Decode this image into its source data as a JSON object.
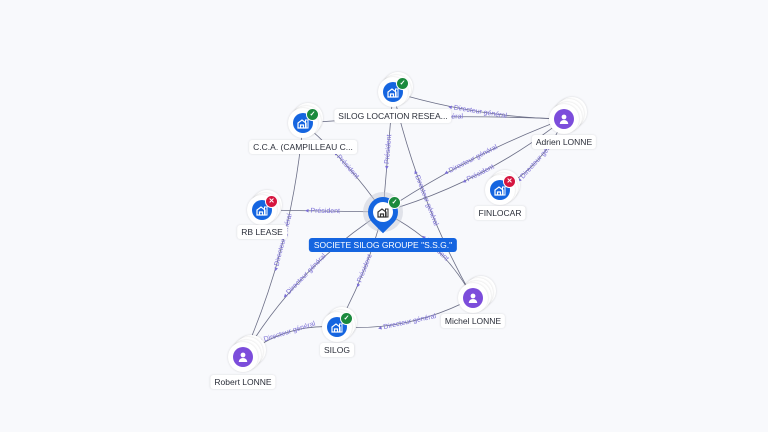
{
  "colors": {
    "company": "#1565e0",
    "person": "#7c4ddb",
    "active_badge": "#1b8a3d",
    "closed_badge": "#d6163f",
    "edge": "#6b6e86",
    "edge_label": "#7b6fd6"
  },
  "nodes": [
    {
      "id": "ssg",
      "type": "company",
      "label": "SOCIETE SILOG GROUPE \"S.S.G.\"",
      "status": "active",
      "icon": "building-icon",
      "main": true
    },
    {
      "id": "slr",
      "type": "company",
      "label": "SILOG LOCATION RESEA...",
      "status": "active",
      "icon": "building-icon"
    },
    {
      "id": "cca",
      "type": "company",
      "label": "C.C.A. (CAMPILLEAU C...",
      "status": "active",
      "icon": "building-icon"
    },
    {
      "id": "rbl",
      "type": "company",
      "label": "RB LEASE",
      "status": "closed",
      "icon": "building-icon"
    },
    {
      "id": "fin",
      "type": "company",
      "label": "FINLOCAR",
      "status": "closed",
      "icon": "building-icon"
    },
    {
      "id": "sil",
      "type": "company",
      "label": "SILOG",
      "status": "active",
      "icon": "building-icon"
    },
    {
      "id": "adr",
      "type": "person",
      "label": "Adrien LONNE",
      "icon": "person-icon"
    },
    {
      "id": "mic",
      "type": "person",
      "label": "Michel LONNE",
      "icon": "person-icon"
    },
    {
      "id": "rob",
      "type": "person",
      "label": "Robert LONNE",
      "icon": "person-icon"
    }
  ],
  "edges": [
    {
      "from": "adr",
      "to": "slr",
      "label": "Directeur général"
    },
    {
      "from": "adr",
      "to": "cca",
      "label": "Directeur général"
    },
    {
      "from": "adr",
      "to": "ssg",
      "label": "Président"
    },
    {
      "from": "adr",
      "to": "fin",
      "label": "Directeur général"
    },
    {
      "from": "adr",
      "to": "ssg",
      "label": "Directeur général"
    },
    {
      "from": "ssg",
      "to": "slr",
      "label": "Président"
    },
    {
      "from": "ssg",
      "to": "cca",
      "label": "Président"
    },
    {
      "from": "ssg",
      "to": "rbl",
      "label": "Président"
    },
    {
      "from": "ssg",
      "to": "sil",
      "label": "Président"
    },
    {
      "from": "mic",
      "to": "slr",
      "label": "Directeur général"
    },
    {
      "from": "mic",
      "to": "ssg",
      "label": "Président"
    },
    {
      "from": "mic",
      "to": "sil",
      "label": "Directeur général"
    },
    {
      "from": "rob",
      "to": "cca",
      "label": "Directeur général"
    },
    {
      "from": "rob",
      "to": "ssg",
      "label": "Directeur général"
    },
    {
      "from": "rob",
      "to": "sil",
      "label": "Directeur général"
    }
  ]
}
